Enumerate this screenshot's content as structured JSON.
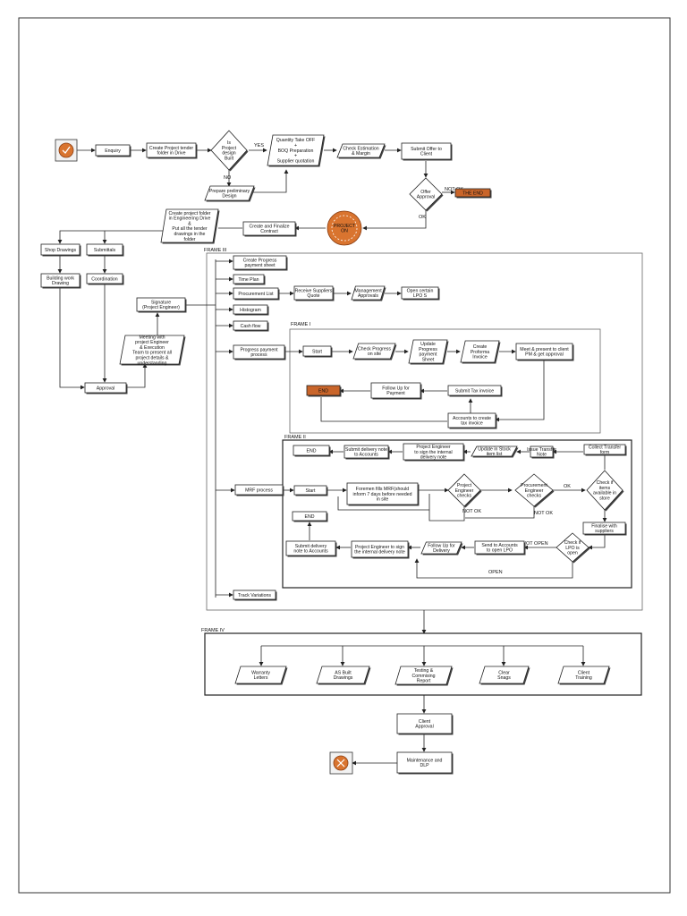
{
  "colors": {
    "start": "#d9742f",
    "end_box": "#c9652a",
    "line": "#222222",
    "frame": "#555555",
    "connector": "#7a7a7a"
  },
  "icons": {
    "start": "check-icon",
    "finish": "cross-icon"
  },
  "frames": {
    "frame1": "FRAME I",
    "frame2": "FRAME II",
    "frame3": "FRAME III",
    "frame4": "FRAME IV"
  },
  "labels": {
    "yes": "YES",
    "no": "NO",
    "not_ok": "NOT OK",
    "ok": "OK",
    "not_ok_2": "NOT OK",
    "not_ok_3": "NOT OK",
    "ok_2": "OK",
    "not_open": "NOT OPEN",
    "open": "OPEN"
  },
  "nodes": {
    "enquiry": "Enquiry",
    "tender_folder": [
      "Create Project tender",
      "folder in Drive"
    ],
    "design_built": [
      "Is",
      "Project",
      "design",
      "Built"
    ],
    "qto": [
      "Quantity Take OFF",
      "+",
      "BOQ Preparation",
      "+",
      "Supplier quotation"
    ],
    "check_estimation": [
      "Check Estimation",
      "& Margin"
    ],
    "submit_offer": [
      "Submit Offer to",
      "Client"
    ],
    "prelim_design": [
      "Prepare preliminary",
      "Design"
    ],
    "offer_approval": [
      "Offer",
      "Approval"
    ],
    "the_end": "THE END",
    "project_on": [
      "PROJECT",
      "ON"
    ],
    "finalize_contract": [
      "Create and Finalize",
      "Contract"
    ],
    "eng_folder": [
      "Create project folder",
      "in Engineering Drive",
      "&",
      "Put all the tender",
      "drawings in the",
      "folder"
    ],
    "shop_drawings": "Shop Drawings",
    "submittals": "Submittals",
    "building_work": [
      "Building work",
      "Drawing"
    ],
    "coordination": "Coordination",
    "signature": [
      "Signature",
      "(Project Engineer)"
    ],
    "meeting": [
      "Meeting with",
      "project Engineer",
      "& Execution",
      "Team to present all",
      "project details &",
      "understanding"
    ],
    "approval": "Approval",
    "progress_sheet": [
      "Create Progress",
      "payment sheet"
    ],
    "time_plan": "Time Plan",
    "procurement_list": "Procurement List",
    "receive_quote": [
      "Receive Suppliers",
      "Quote"
    ],
    "mgmt_approvals": [
      "Management",
      "Approvals"
    ],
    "open_lpo": [
      "Open certain",
      "LPO S"
    ],
    "histogram": "Histogram",
    "cash_flow": "Cash flow",
    "progress_process": [
      "Progress payment",
      "process"
    ],
    "f1_start": "Start",
    "check_progress": [
      "Check Progress",
      "on site"
    ],
    "update_sheet": [
      "Update",
      "Progress",
      "payment",
      "Sheet"
    ],
    "proforma": [
      "Create",
      "Proforma",
      "Invoice"
    ],
    "meet_client": [
      "Meet & present to client",
      "PM & get approval"
    ],
    "f1_end": "END",
    "follow_payment": [
      "Follow Up for",
      "Payment"
    ],
    "submit_tax": "Submit Tax invoice",
    "accounts_tax": [
      "Accounts to create",
      "tax invoice"
    ],
    "f2_end": "END",
    "submit_delivery_top": [
      "Submit delivery note",
      "to Accounts"
    ],
    "pe_sign_top": [
      "Project Engineer",
      "to sign the internal",
      "delivery note"
    ],
    "update_stock": [
      "Update in Stock",
      "item list"
    ],
    "issue_transfer": [
      "Issue Transfer",
      "Note"
    ],
    "collect_transfer": [
      "Collect Transfer",
      "form"
    ],
    "mrf_process": "MRF process",
    "f2_start": "Start",
    "foremen_mrf": [
      "Foremen fills MRF(should",
      "inform 7 days before needed",
      "in site"
    ],
    "pe_checks": [
      "Project",
      "Engineer",
      "checks"
    ],
    "proc_checks": [
      "Procurement",
      "Engineer",
      "checks"
    ],
    "items_store": [
      "Check if",
      "items",
      "available in",
      "store"
    ],
    "finalise_suppliers": [
      "Finalise with",
      "suppliers"
    ],
    "f2_end_2": "END",
    "submit_delivery_bottom": [
      "Submit delivery",
      "note to Accounts"
    ],
    "pe_sign_bottom": [
      "Project Engineer to sign",
      "the internal delivery note"
    ],
    "follow_delivery": [
      "Follow Up for",
      "Delivery"
    ],
    "send_accounts": [
      "Send to Accounts",
      "to open LPO"
    ],
    "lpo_open": [
      "Check if",
      "LPO is",
      "open"
    ],
    "track_variations": "Track Variations",
    "warranty": [
      "Warranty",
      "Letters"
    ],
    "as_built": [
      "AS Built",
      "Drawings"
    ],
    "testing": [
      "Testing &",
      "Commising",
      "Report"
    ],
    "clear_snags": [
      "Clear",
      "Snags"
    ],
    "client_training": [
      "Client",
      "Training"
    ],
    "client_approval": [
      "Client",
      "Approval"
    ],
    "maintenance": [
      "Maintenance and",
      "DLP"
    ]
  }
}
